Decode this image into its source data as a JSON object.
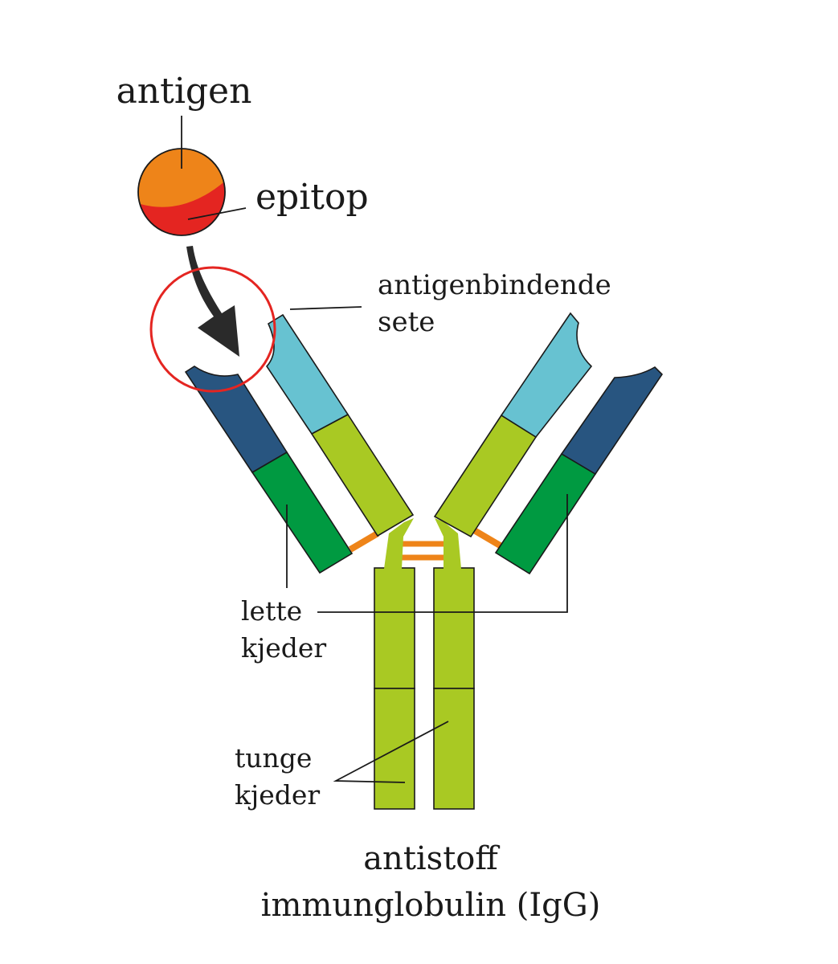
{
  "labels": {
    "antigen": "antigen",
    "epitope": "epitop",
    "binding_site_line1": "antigenbindende",
    "binding_site_line2": "sete",
    "light_chains_line1": "lette",
    "light_chains_line2": "kjeder",
    "heavy_chains_line1": "tunge",
    "heavy_chains_line2": "kjeder",
    "title_line1": "antistoff",
    "title_line2": "immunglobulin (IgG)"
  },
  "colors": {
    "antigen": "#ee8419",
    "epitope": "#e42521",
    "arrow": "#2a2a2a",
    "highlight_ring": "#e42521",
    "heavy_variable": "#67c2d1",
    "heavy_constant": "#a9c923",
    "light_variable": "#285580",
    "light_constant": "#009a41",
    "disulfide_bond": "#ee8419"
  }
}
